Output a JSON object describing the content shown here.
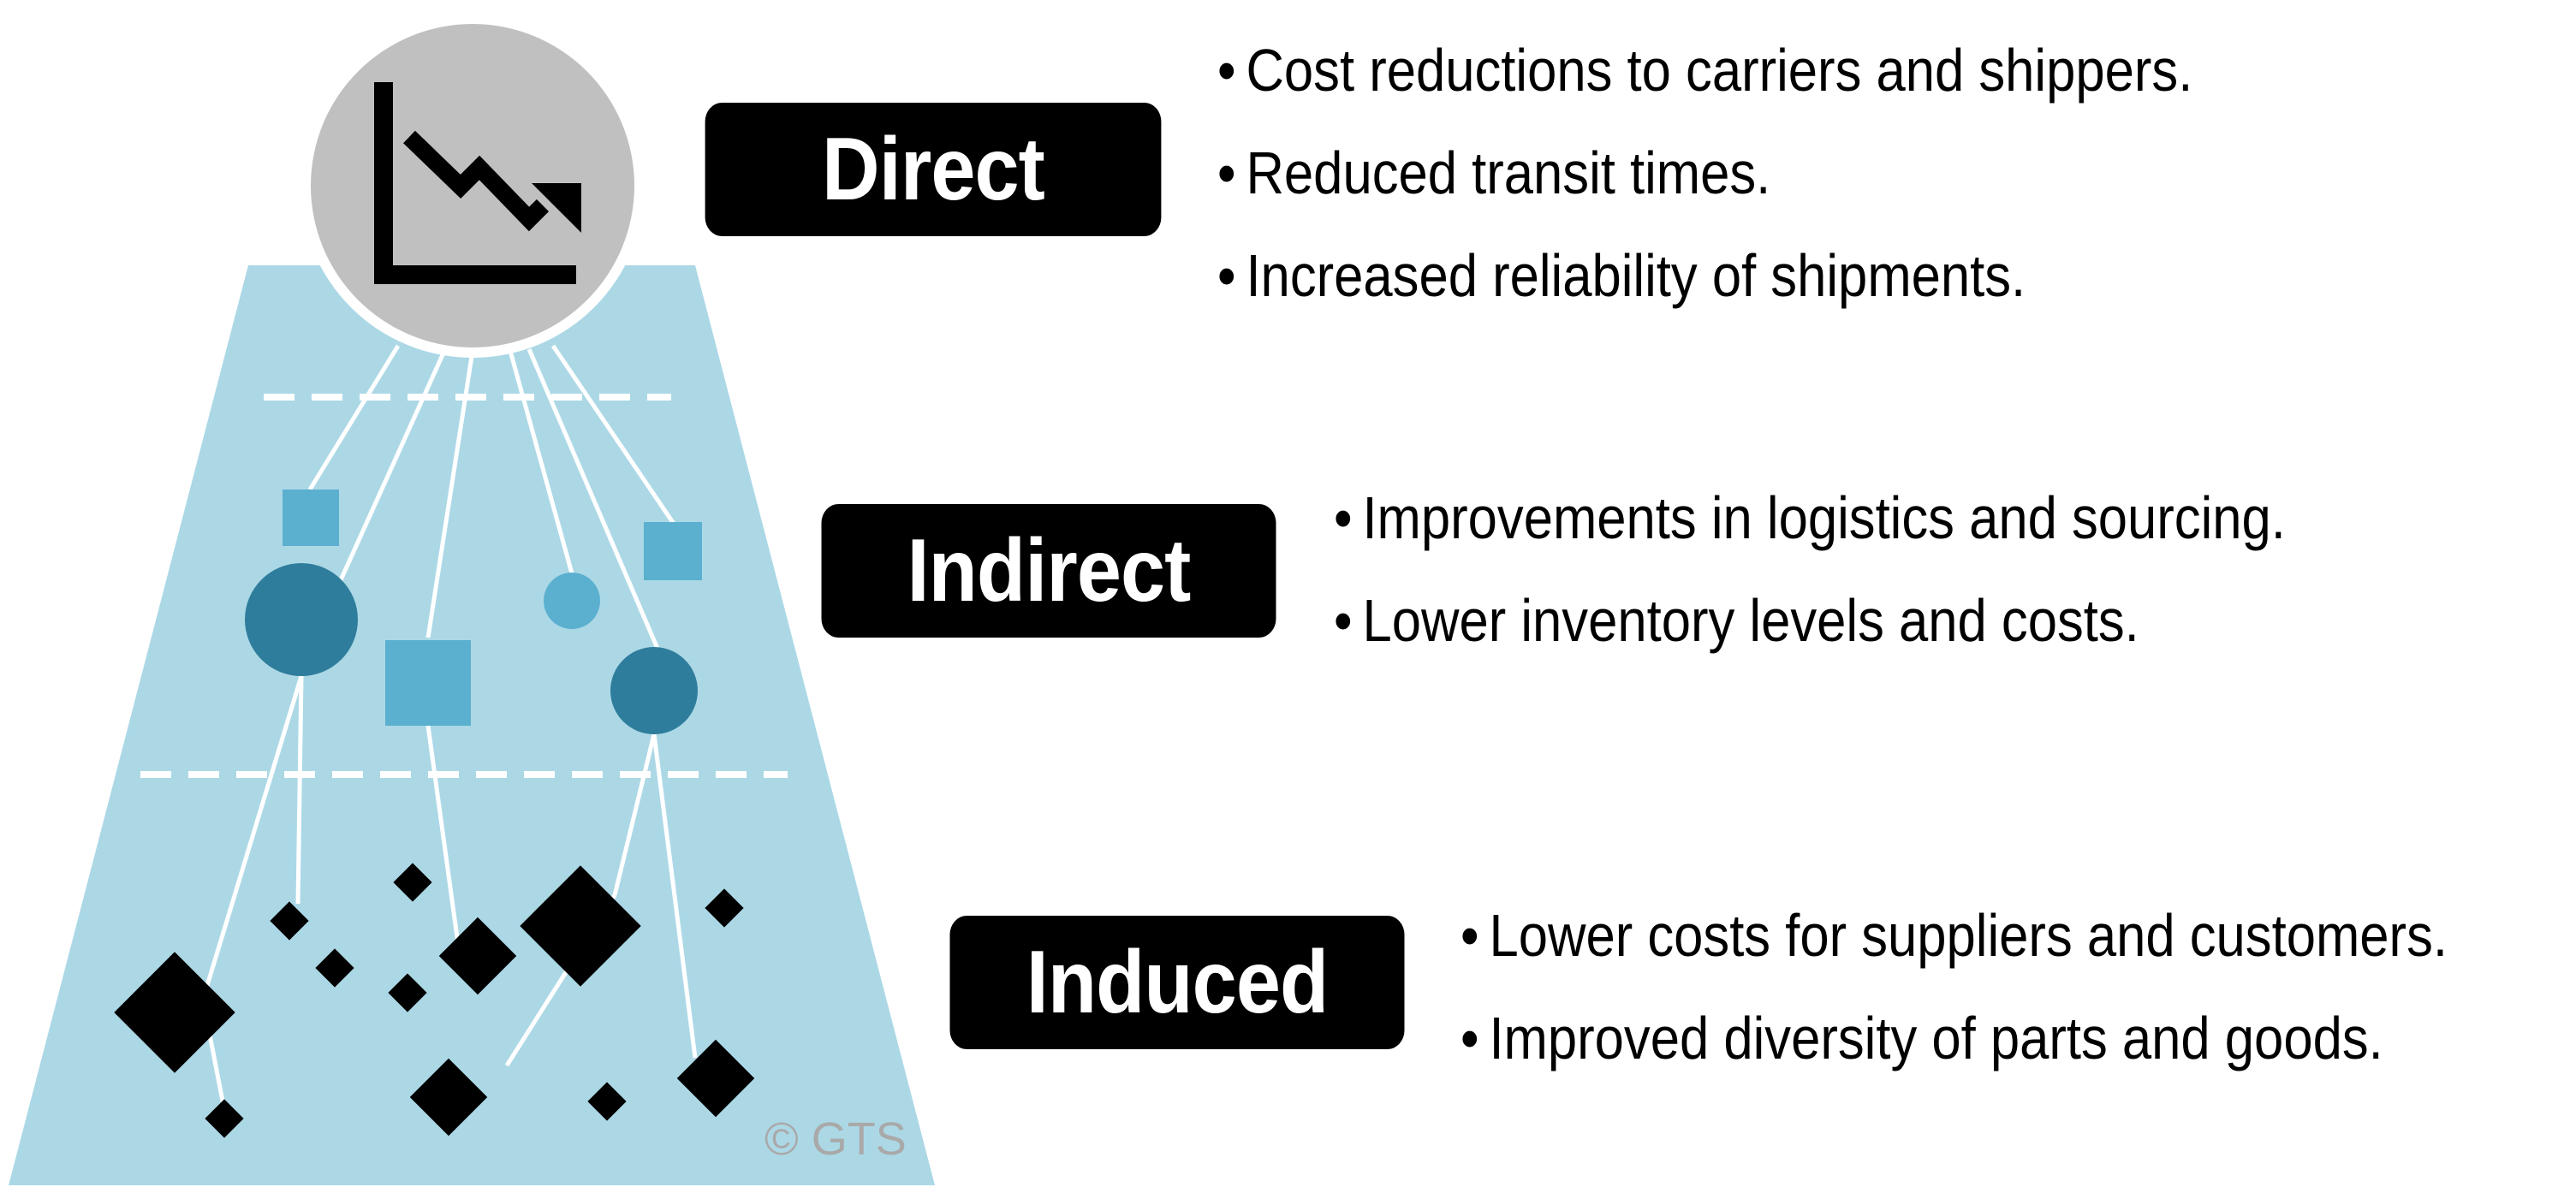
{
  "colors": {
    "trapezoid": "#acd8e6",
    "circle_grey": "#c0c0c0",
    "light_blue": "#5bb0d0",
    "dark_teal": "#2f7d9c",
    "black": "#000000",
    "copyright_grey": "#a9a9a9"
  },
  "icon": {
    "name": "declining-chart-icon"
  },
  "tiers": [
    {
      "label": "Direct",
      "bullets": [
        "Cost reductions to carriers and shippers.",
        "Reduced transit times.",
        "Increased reliability of shipments."
      ]
    },
    {
      "label": "Indirect",
      "bullets": [
        "Improvements in logistics and sourcing.",
        "Lower inventory levels and costs."
      ]
    },
    {
      "label": "Induced",
      "bullets": [
        "Lower costs for suppliers and customers.",
        "Improved diversity of parts and goods."
      ]
    }
  ],
  "bullet_char": "•",
  "copyright": "© GTS"
}
